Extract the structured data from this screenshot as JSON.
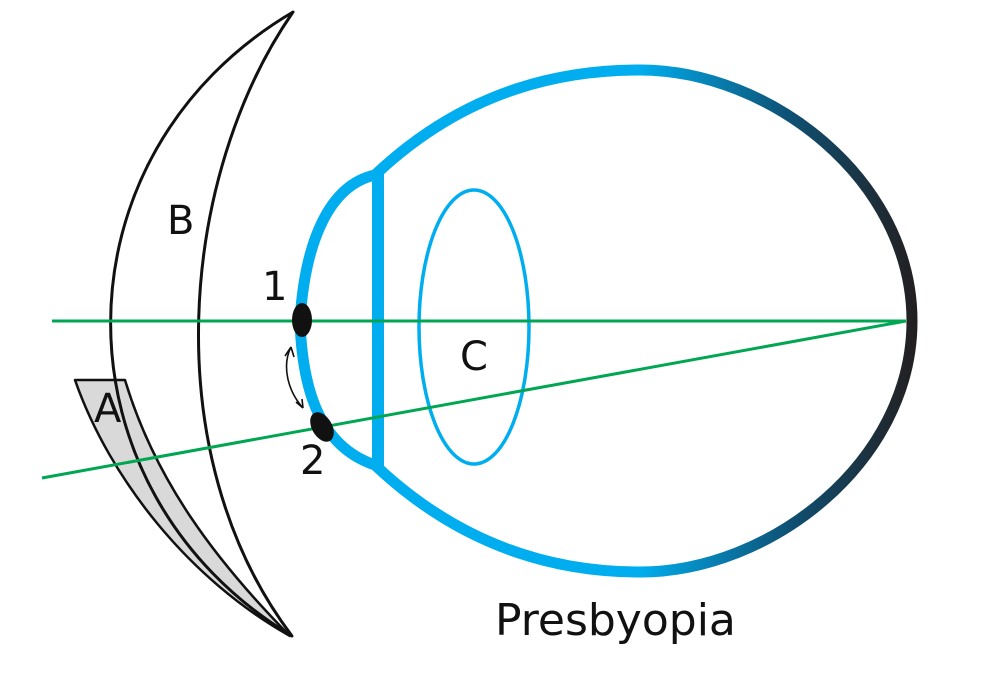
{
  "diagram": {
    "caption": "Presbyopia",
    "labels": {
      "a": "A",
      "b": "B",
      "c": "C",
      "point_1": "1",
      "point_2": "2"
    }
  },
  "colors": {
    "eye_outline_light": "#00aeef",
    "eye_outline_dark": "#231f20",
    "lens_segment_fill": "#d9d9d9",
    "optical_axis": "#00a651",
    "outline": "#111111"
  }
}
